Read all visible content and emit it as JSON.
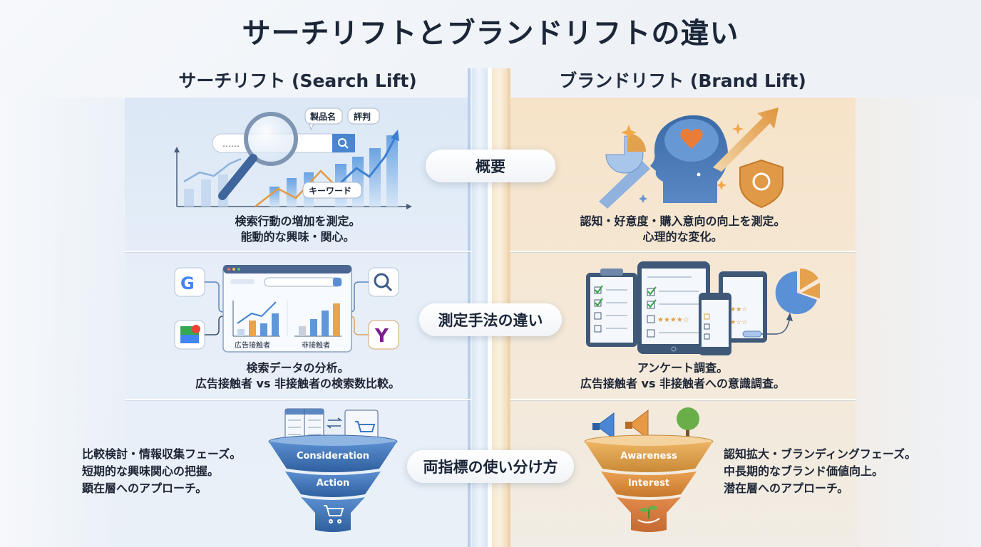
{
  "title": "サーチリフトとブランドリフトの違い",
  "columns": {
    "left": {
      "heading": "サーチリフト (Search Lift)",
      "accent": "#3b78c4"
    },
    "right": {
      "heading": "ブランドリフト (Brand Lift)",
      "accent": "#e0943a"
    }
  },
  "rows": [
    {
      "label": "概要",
      "left": {
        "lines": [
          "検索行動の増加を測定。",
          "能動的な興味・関心。"
        ],
        "illustration": {
          "icon": "search-growth-chart-icon",
          "search_placeholder": "……",
          "tags": [
            "製品名",
            "評判",
            "キーワード"
          ]
        }
      },
      "right": {
        "lines": [
          "認知・好意度・購入意向の向上を測定。",
          "心理的な変化。"
        ],
        "illustration": {
          "icon": "brain-heart-icon",
          "extras": [
            "pie-chart-icon",
            "up-arrow-icon",
            "shield-icon",
            "sparkle-icon"
          ]
        }
      }
    },
    {
      "label": "測定手法の違い",
      "left": {
        "lines": [
          "検索データの分析。",
          "広告接触者 vs 非接触者の検索数比較。"
        ],
        "illustration": {
          "icon": "browser-comparison-icon",
          "chart_labels": [
            "広告接触者",
            "非接触者"
          ],
          "sources": [
            "google-icon",
            "google-maps-icon",
            "magnifier-icon",
            "yahoo-icon"
          ]
        }
      },
      "right": {
        "lines": [
          "アンケート調査。",
          "広告接触者 vs 非接触者への意識調査。"
        ],
        "illustration": {
          "icon": "survey-devices-icon",
          "extras": [
            "clipboard-icon",
            "tablet-icon",
            "phone-icon",
            "pie-chart-icon"
          ]
        }
      }
    },
    {
      "label": "両指標の使い分け方",
      "left": {
        "lines": [
          "比較検討・情報収集フェーズ。",
          "短期的な興味関心の把握。",
          "顕在層へのアプローチ。"
        ],
        "illustration": {
          "icon": "funnel-icon",
          "stages": [
            "Consideration",
            "Action"
          ],
          "bottom_icon": "shopping-cart-icon"
        }
      },
      "right": {
        "lines": [
          "認知拡大・ブランディングフェーズ。",
          "中長期的なブランド価値向上。",
          "潜在層へのアプローチ。"
        ],
        "illustration": {
          "icon": "funnel-icon",
          "stages": [
            "Awareness",
            "Interest"
          ],
          "bottom_icon": "sprout-hand-icon"
        }
      }
    }
  ]
}
